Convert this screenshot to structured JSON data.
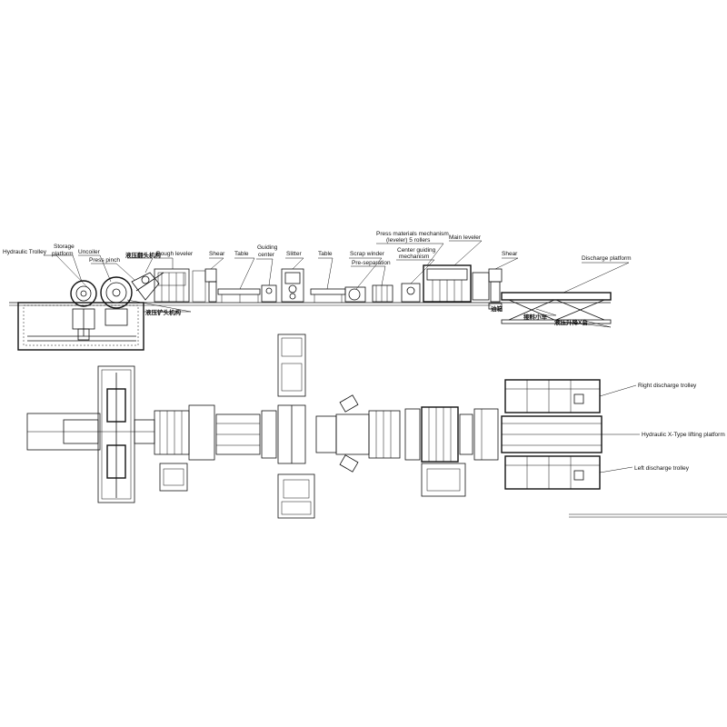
{
  "side_view": {
    "labels": {
      "hydraulic_trolley": "Hydraulic Trolley",
      "storage_platform_1": "Storage",
      "storage_platform_2": "platform",
      "uncoiler": "Uncoiler",
      "press_pinch": "Press pinch",
      "cn_top_1": "液压翻头机构",
      "rough_leveler": "Rough leveler",
      "shear_1": "Shear",
      "table_1": "Table",
      "guiding_center_1": "Guiding",
      "guiding_center_2": "center",
      "slitter": "Slitter",
      "table_2": "Table",
      "scrap_winder": "Scrap winder",
      "pre_separation": "Pre-separation",
      "press_materials_1": "Press materials mechanism",
      "press_materials_2": "(leveler) 5 rollers",
      "center_guiding_1": "Center guiding",
      "center_guiding_2": "mechanism",
      "main_leveler": "Main leveler",
      "shear_2": "Shear",
      "discharge_platform": "Discharge platform",
      "cn_bottom_1": "液压铲头机构",
      "cn_bottom_2": "油箱",
      "cn_bottom_3": "接料小车",
      "cn_bottom_4": "液压升降X台"
    }
  },
  "plan_view": {
    "labels": {
      "right_discharge_trolley": "Right discharge trolley",
      "hydraulic_x_lifting": "Hydraulic X-Type lifting platform",
      "left_discharge_trolley": "Left discharge trolley"
    }
  }
}
